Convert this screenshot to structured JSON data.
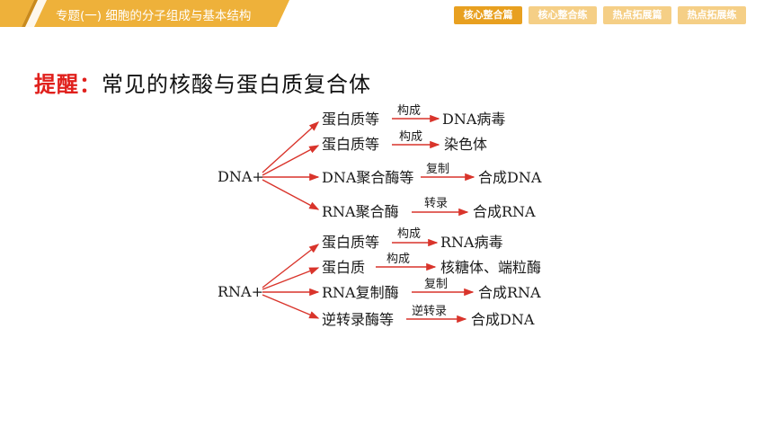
{
  "header": {
    "title": "专题(一)  细胞的分子组成与基本结构",
    "tabs": [
      {
        "label": "核心整合篇",
        "active": true
      },
      {
        "label": "核心整合练",
        "active": false
      },
      {
        "label": "热点拓展篇",
        "active": false
      },
      {
        "label": "热点拓展练",
        "active": false
      }
    ]
  },
  "content": {
    "heading_prefix": "提醒：",
    "heading_text": "常见的核酸与蛋白质复合体"
  },
  "diagram": {
    "dna": {
      "source": "DNA+",
      "rows": [
        {
          "left": "蛋白质等",
          "verb": "构成",
          "result": "DNA病毒"
        },
        {
          "left": "蛋白质等",
          "verb": "构成",
          "result": "染色体"
        },
        {
          "left": "DNA聚合酶等",
          "verb": "复制",
          "result": "合成DNA"
        },
        {
          "left": "RNA聚合酶",
          "verb": "转录",
          "result": "合成RNA"
        }
      ]
    },
    "rna": {
      "source": "RNA+",
      "rows": [
        {
          "left": "蛋白质等",
          "verb": "构成",
          "result": "RNA病毒"
        },
        {
          "left": "蛋白质",
          "verb": "构成",
          "result": "核糖体、端粒酶"
        },
        {
          "left": "RNA复制酶",
          "verb": "复制",
          "result": "合成RNA"
        },
        {
          "left": "逆转录酶等",
          "verb": "逆转录",
          "result": "合成DNA"
        }
      ]
    },
    "colors": {
      "arrow": "#d9342b",
      "text": "#1a1a1a"
    }
  }
}
